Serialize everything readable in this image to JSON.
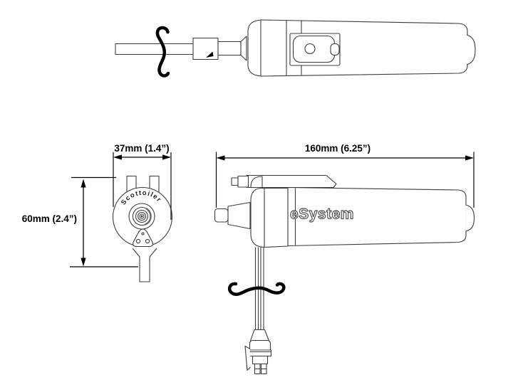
{
  "diagram": {
    "dimensions": {
      "front_width": "37mm (1.4”)",
      "front_height": "60mm (2.4”)",
      "side_length": "160mm (6.25”)"
    },
    "branding": {
      "front_badge": "Scottoiler",
      "side_badge": "eSystem"
    },
    "colors": {
      "line": "#3c3c3c",
      "dimension": "#000000",
      "background": "#ffffff"
    }
  }
}
